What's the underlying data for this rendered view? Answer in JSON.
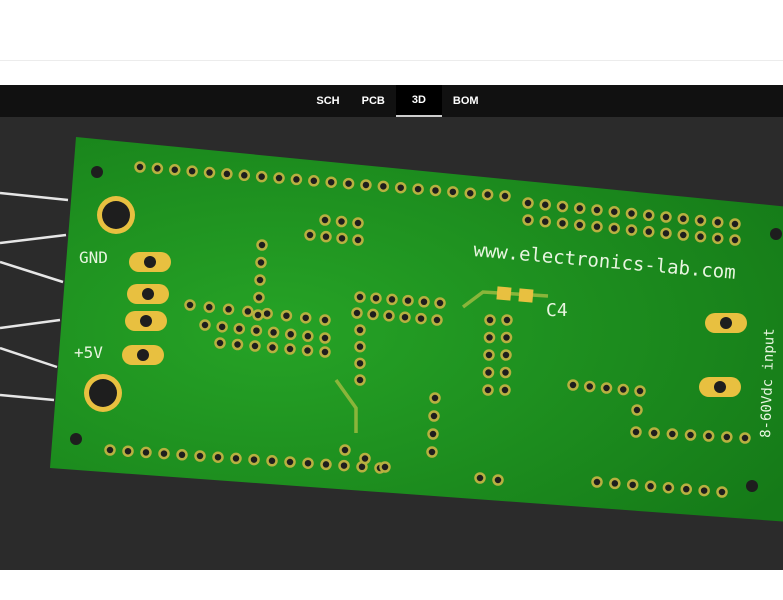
{
  "tabs": [
    {
      "label": "SCH",
      "active": false
    },
    {
      "label": "PCB",
      "active": false
    },
    {
      "label": "3D",
      "active": true
    },
    {
      "label": "BOM",
      "active": false
    }
  ],
  "board": {
    "silkscreen": {
      "gnd": "GND",
      "vcc": "+5V",
      "url": "www.electronics-lab.com",
      "cap": "C4",
      "input": "8-60Vdc input"
    },
    "colors": {
      "board": "#1c8a1c",
      "pad": "#e8c040",
      "background": "#2b2b2b",
      "nav": "#111111"
    }
  }
}
